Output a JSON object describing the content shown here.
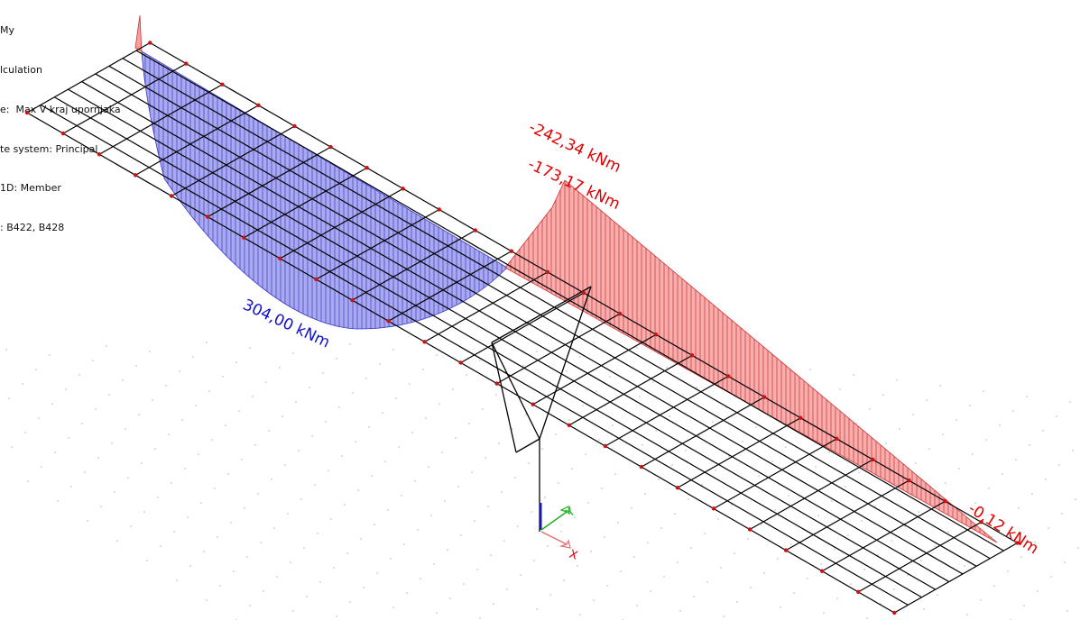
{
  "info_panel": {
    "quantity": "My",
    "lines": [
      "lculation",
      "e:  Max V kraj upornjaka",
      "te system: Principal",
      "1D: Member",
      ": B422, B428"
    ]
  },
  "diagram": {
    "positive_max_label": "304,00 kNm",
    "negative_max_label": "-242,34 kNm",
    "negative_support_label": "-173,17 kNm",
    "negative_end_label": "-0,12 kNm"
  },
  "colors": {
    "positive_fill": "#9a9af0",
    "positive_hatch": "#2a2ab8",
    "negative_fill": "#f8a0a0",
    "negative_hatch": "#c82020",
    "grid_line": "#000000",
    "node": "#d01010",
    "positive_label": "#1010d0",
    "negative_label": "#e00000"
  },
  "axes": {
    "x_label": "X",
    "y_label": "Y"
  }
}
